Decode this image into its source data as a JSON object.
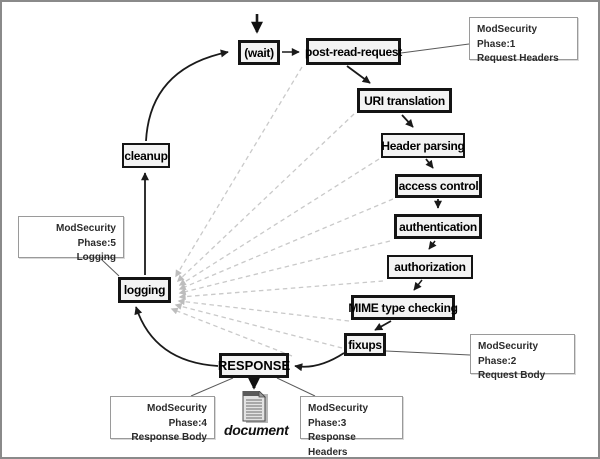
{
  "diagram": {
    "nodes": {
      "wait": "(wait)",
      "post_read_request": "post-read-request",
      "uri_translation": "URI translation",
      "header_parsing": "Header parsing",
      "access_control": "access control",
      "authentication": "authentication",
      "authorization": "authorization",
      "mime_type_checking": "MIME type checking",
      "fixups": "fixups",
      "response": "RESPONSE",
      "logging": "logging",
      "cleanup": "cleanup"
    },
    "annotations": {
      "phase1": {
        "line1": "ModSecurity Phase:1",
        "line2": "Request Headers"
      },
      "phase2": {
        "line1": "ModSecurity Phase:2",
        "line2": "Request Body"
      },
      "phase3": {
        "line1": "ModSecurity Phase:3",
        "line2": "Response Headers"
      },
      "phase4": {
        "line1": "ModSecurity Phase:4",
        "line2": "Response Body"
      },
      "phase5": {
        "line1": "ModSecurity Phase:5",
        "line2": "Logging"
      }
    },
    "document_label": "document",
    "colors": {
      "node_border": "#141414",
      "node_fill": "#f3f3f3",
      "annotation_border": "#9a9a9a",
      "solid_arrow": "#1a1a1a",
      "dashed_arrow": "#c8c8c8",
      "frame_border": "#8a8a8a"
    }
  }
}
